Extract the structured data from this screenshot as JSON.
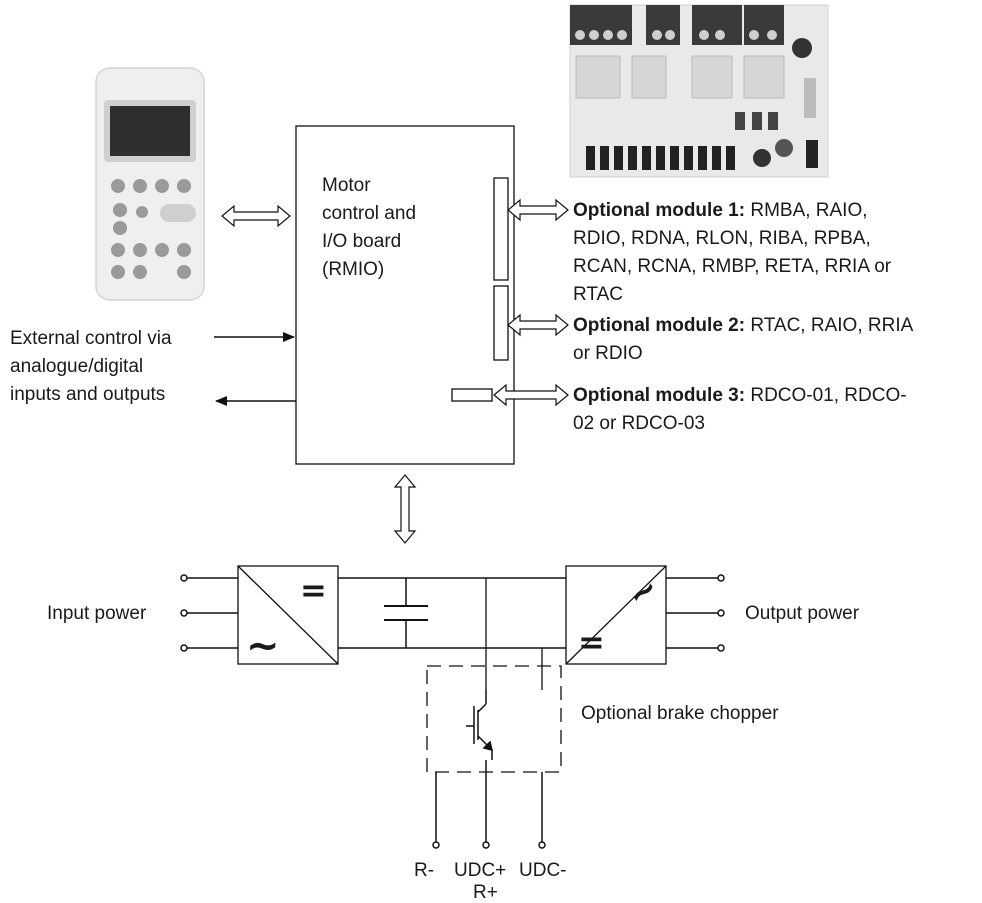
{
  "board": {
    "line1": "Motor",
    "line2": "control and",
    "line3": "I/O board",
    "line4": "(RMIO)"
  },
  "external_control": {
    "line1": "External control via",
    "line2": "analogue/digital",
    "line3": "inputs and outputs"
  },
  "modules": [
    {
      "title": "Optional module 1:",
      "line1": " RMBA, RAIO,",
      "line2": "RDIO, RDNA, RLON, RIBA, RPBA,",
      "line3": "RCAN, RCNA, RMBP, RETA, RRIA or",
      "line4": "RTAC"
    },
    {
      "title": "Optional module 2:",
      "line1": " RTAC, RAIO, RRIA",
      "line2": "or RDIO"
    },
    {
      "title": "Optional module 3:",
      "line1": " RDCO-01, RDCO-",
      "line2": "02 or RDCO-03"
    }
  ],
  "power": {
    "input": "Input power",
    "output": "Output power",
    "brake": "Optional brake chopper",
    "rectifier_top": "=",
    "rectifier_bottom": "~",
    "inverter_top": "~",
    "inverter_bottom": "="
  },
  "terminals": {
    "r_minus": "R-",
    "udc_plus": "UDC+",
    "udc_minus": "UDC-",
    "r_plus": "R+"
  }
}
